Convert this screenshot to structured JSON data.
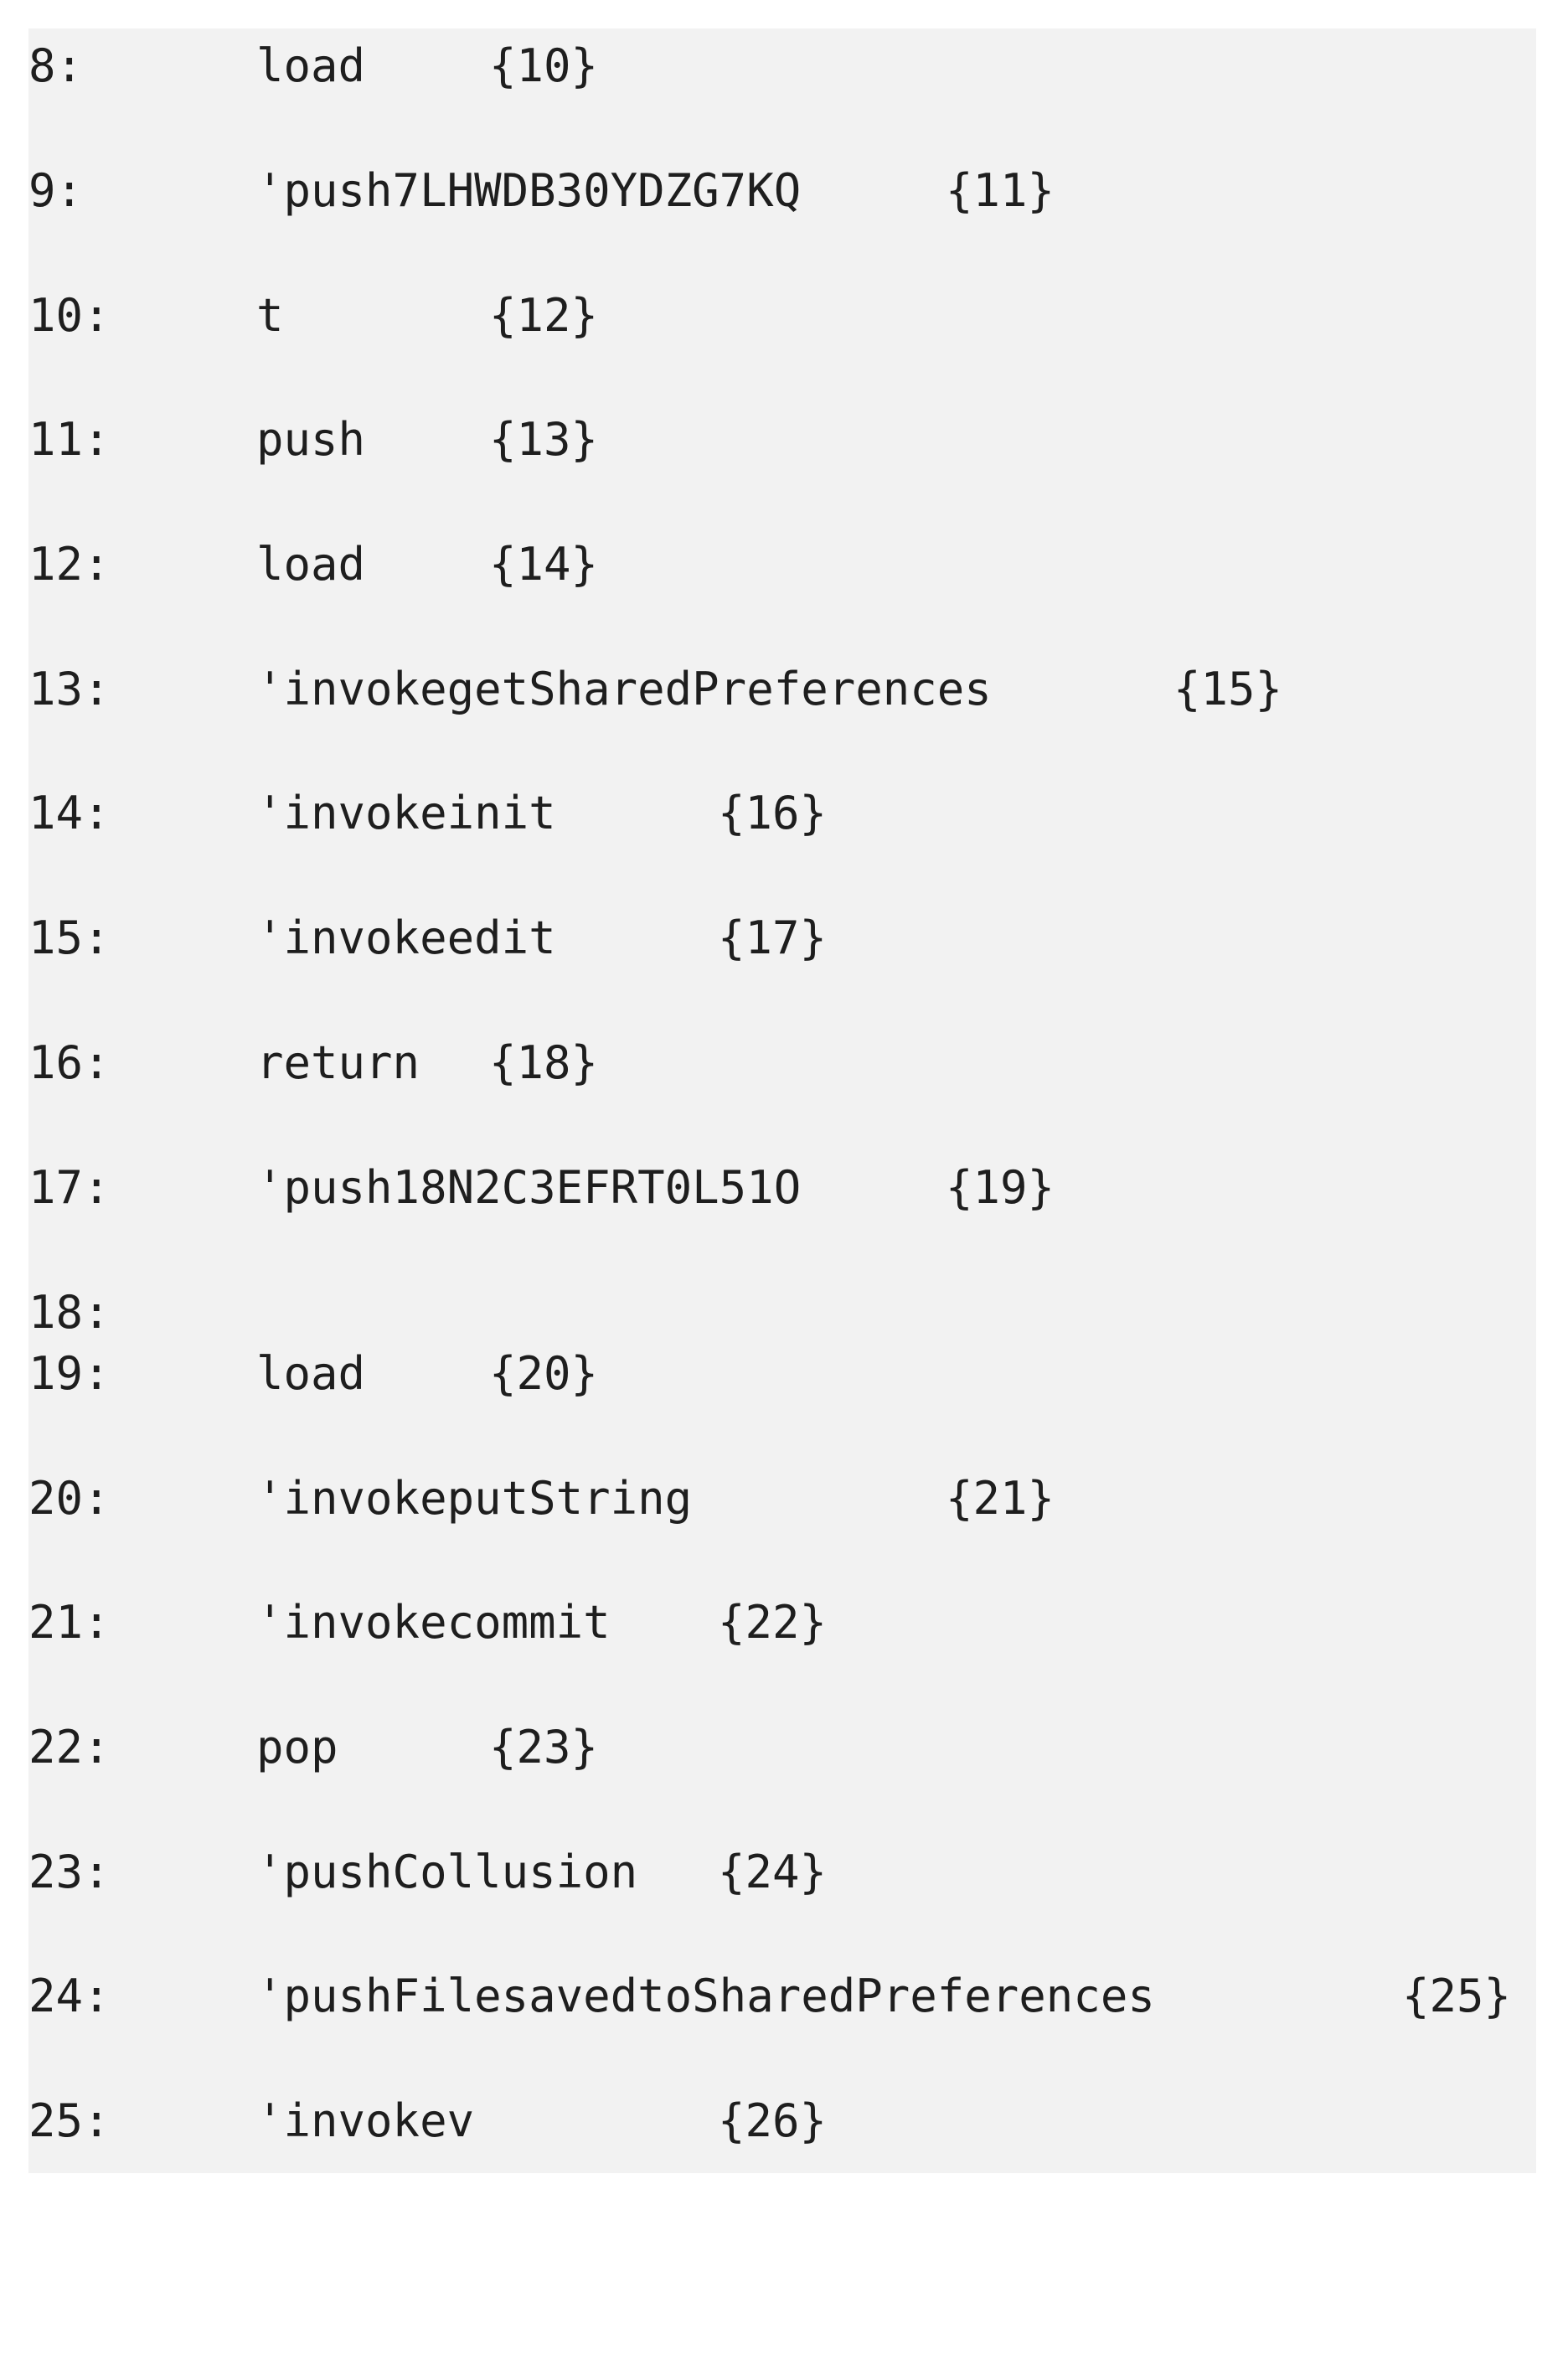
{
  "code_lines": [
    {
      "num": "8:",
      "instr": "load",
      "target": "{10}"
    },
    {
      "num": "9:",
      "instr": "'push7LHWDB30YDZG7KQ",
      "target": "{11}"
    },
    {
      "num": "10:",
      "instr": "t",
      "target": "{12}"
    },
    {
      "num": "11:",
      "instr": "push",
      "target": "{13}"
    },
    {
      "num": "12:",
      "instr": "load",
      "target": "{14}"
    },
    {
      "num": "13:",
      "instr": "'invokegetSharedPreferences",
      "target": "{15}"
    },
    {
      "num": "14:",
      "instr": "'invokeinit",
      "target": "{16}"
    },
    {
      "num": "15:",
      "instr": "'invokeedit",
      "target": "{17}"
    },
    {
      "num": "16:",
      "instr": "return",
      "target": "{18}"
    },
    {
      "num": "17:",
      "instr": "'push18N2C3EFRT0L51O",
      "target": "{19}"
    },
    {
      "num": "18:",
      "instr": "",
      "target": ""
    },
    {
      "num": "19:",
      "instr": "load",
      "target": "{20}"
    },
    {
      "num": "20:",
      "instr": "'invokeputString",
      "target": "{21}"
    },
    {
      "num": "21:",
      "instr": "'invokecommit",
      "target": "{22}"
    },
    {
      "num": "22:",
      "instr": "pop",
      "target": "{23}"
    },
    {
      "num": "23:",
      "instr": "'pushCollusion",
      "target": "{24}"
    },
    {
      "num": "24:",
      "instr": "'pushFilesavedtoSharedPreferences",
      "target": "{25}"
    },
    {
      "num": "25:",
      "instr": "'invokev",
      "target": "{26}"
    }
  ]
}
